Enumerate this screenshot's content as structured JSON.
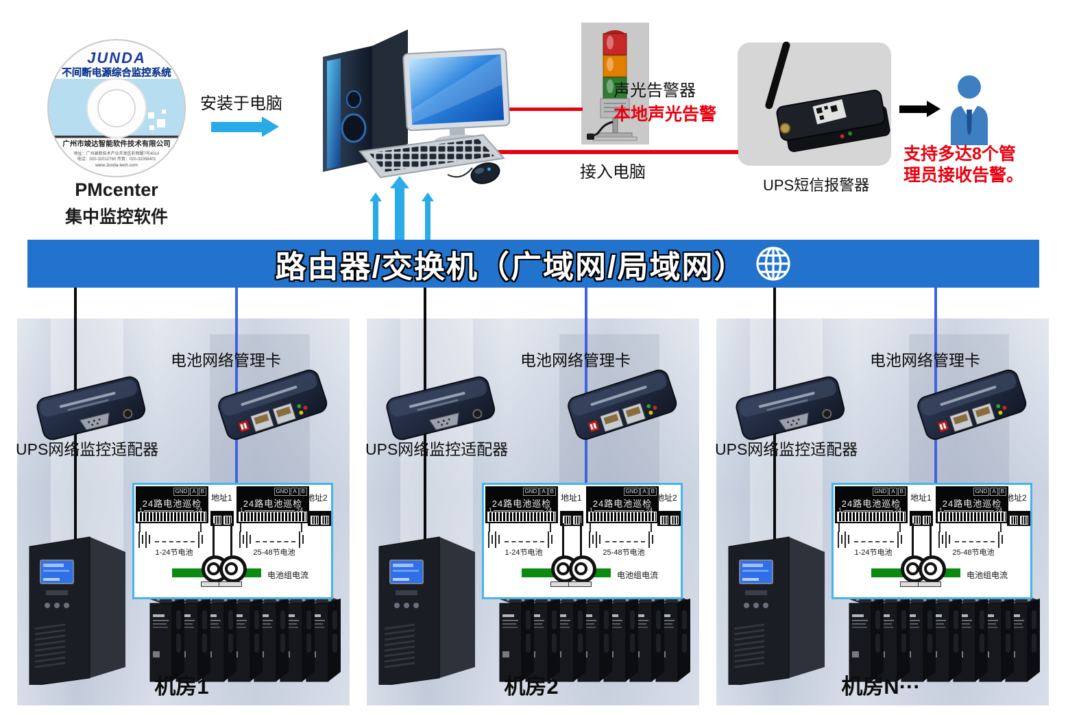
{
  "software": {
    "logo": "JUNDA",
    "disc_title": "不间断电源综合监控系统",
    "company": "广州市竣达智能软件技术有限公司",
    "address_line": "地址：广州高新技术产业开发区彩频路7号401#",
    "phone_line": "电话：020-32012760 传真：020-32058401",
    "website": "www.Junda-tech.com",
    "product_name": "PMcenter",
    "product_desc": "集中监控软件"
  },
  "top": {
    "install_label": "安装于电脑",
    "alarm_device_label": "声光告警器",
    "local_alarm_label": "本地声光告警",
    "connect_pc_label": "接入电脑",
    "sms_device_label": "UPS短信报警器",
    "admin_note_line1": "支持多达8个管",
    "admin_note_line2": "理员接收告警。"
  },
  "banner": {
    "title": "路由器/交换机（广域网/局域网）"
  },
  "rooms": [
    {
      "adapter_label": "UPS网络监控适配器",
      "card_label": "电池网络管理卡",
      "unit_title": "24路电池巡检",
      "gnd": "GND",
      "a": "A",
      "b": "B",
      "n_first": "1",
      "n_last": "24",
      "addr1": "地址1",
      "addr2": "地址2",
      "batt1": "1-24节电池",
      "batt2": "25-48节电池",
      "current": "电池组电流",
      "name": "机房1"
    },
    {
      "adapter_label": "UPS网络监控适配器",
      "card_label": "电池网络管理卡",
      "unit_title": "24路电池巡检",
      "gnd": "GND",
      "a": "A",
      "b": "B",
      "n_first": "1",
      "n_last": "24",
      "addr1": "地址1",
      "addr2": "地址2",
      "batt1": "1-24节电池",
      "batt2": "25-48节电池",
      "current": "电池组电流",
      "name": "机房2"
    },
    {
      "adapter_label": "UPS网络监控适配器",
      "card_label": "电池网络管理卡",
      "unit_title": "24路电池巡检",
      "gnd": "GND",
      "a": "A",
      "b": "B",
      "n_first": "1",
      "n_last": "24",
      "addr1": "地址1",
      "addr2": "地址2",
      "batt1": "1-24节电池",
      "batt2": "25-48节电池",
      "current": "电池组电流",
      "name": "机房N···"
    }
  ],
  "colors": {
    "banner_blue": "#2273cd",
    "alert_red": "#e8000f",
    "cyan_arrow": "#29aae9",
    "wire_blue": "#3f63dd",
    "diagram_border": "#45b4ea",
    "green_bar": "#0b8a10",
    "person_blue": "#3e7fc1",
    "lamp_red": "#c62828",
    "lamp_amber": "#e07f00",
    "lamp_green": "#2e7d32"
  }
}
